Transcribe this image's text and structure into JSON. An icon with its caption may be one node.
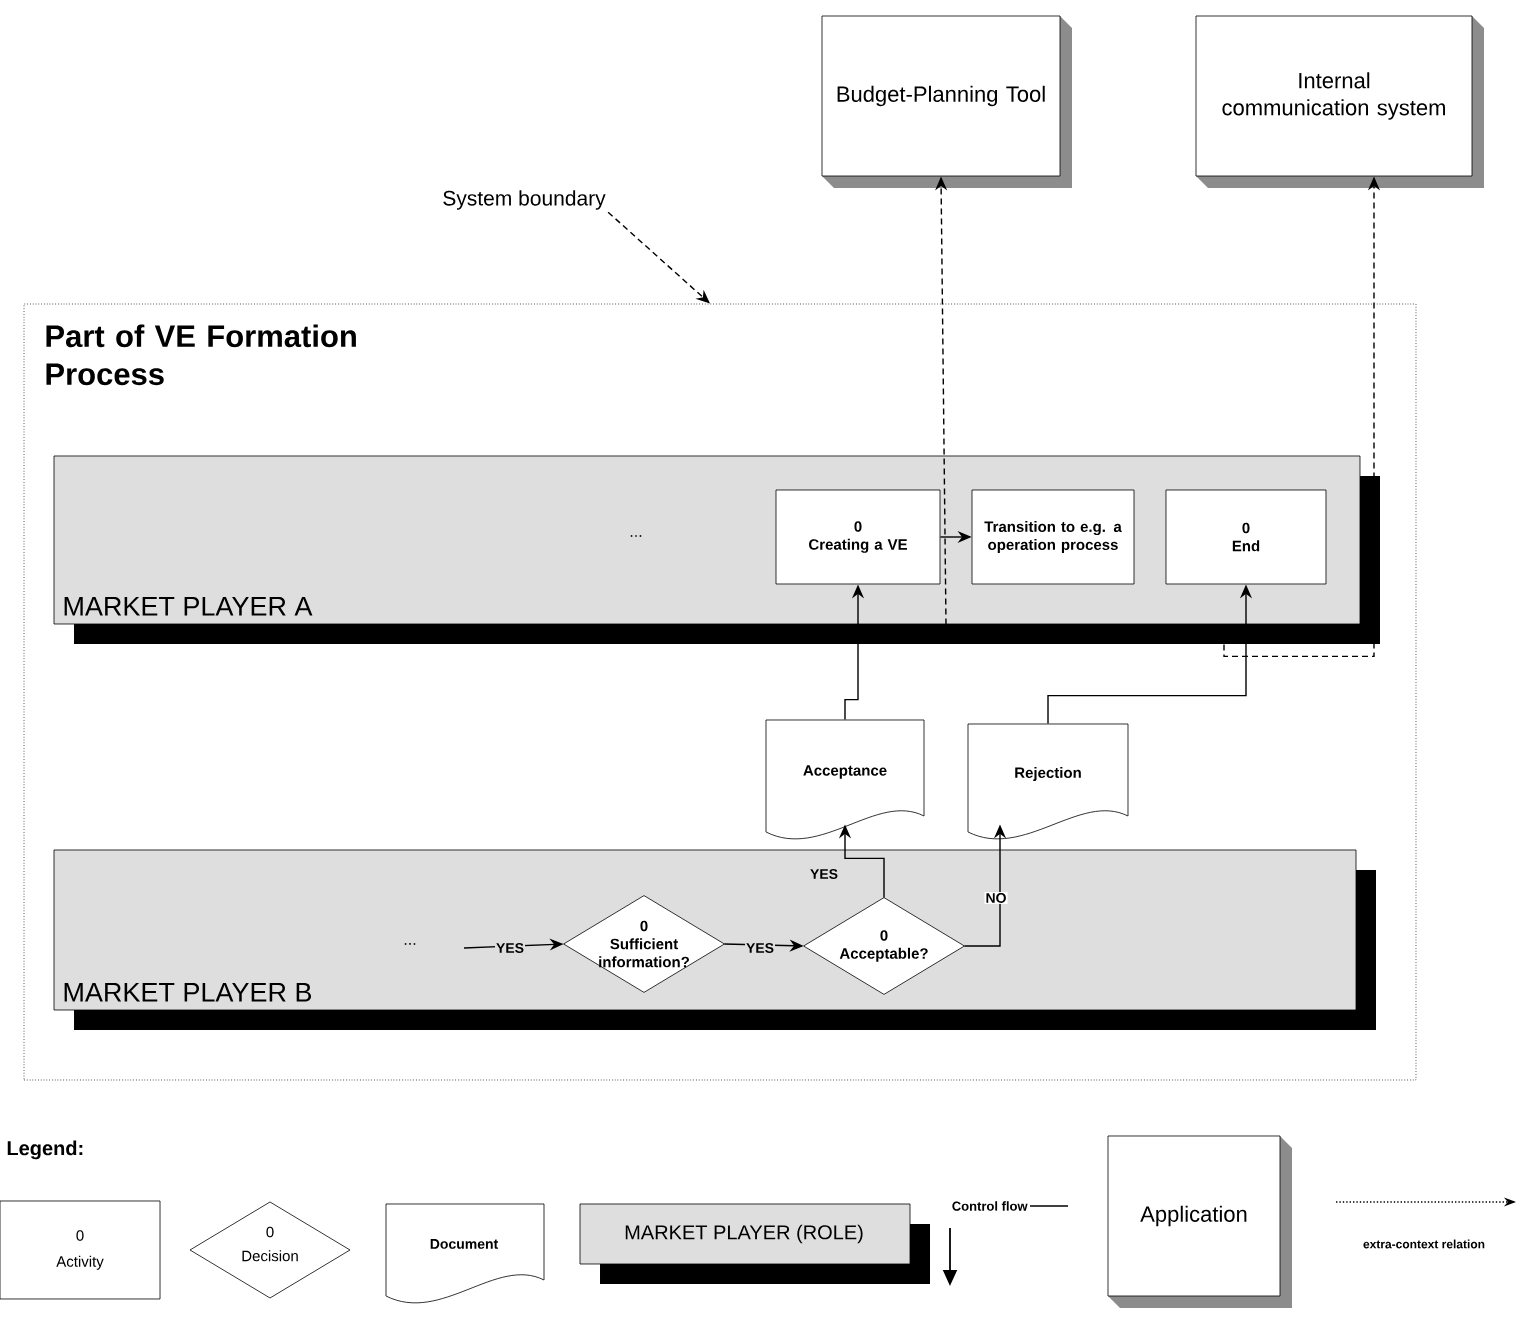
{
  "diagram": {
    "nodes": [
      {
        "text": [
          "Budget-Planning Tool"
        ]
      },
      {
        "text": [
          "Internal communication system"
        ]
      },
      {
        "text": [
          "System boundary"
        ]
      },
      {
        "text": [
          "Part of VE Formation Process"
        ]
      },
      {
        "text": [
          "MARKET PLAYER A",
          "..."
        ],
        "in": 3
      },
      {
        "text": [
          "0",
          "Creating a VE"
        ],
        "in": 4
      },
      {
        "text": [
          "Transition to e.g. a operation process"
        ],
        "in": 4
      },
      {
        "text": [
          "0",
          "End"
        ],
        "in": 4
      },
      {
        "text": [
          "Acceptance"
        ],
        "in": 3
      },
      {
        "text": [
          "Rejection"
        ],
        "in": 3
      },
      {
        "text": [
          "MARKET PLAYER B",
          "..."
        ],
        "in": 3
      },
      {
        "text": [
          "0",
          "Sufficient information?"
        ],
        "in": 10
      },
      {
        "text": [
          "0",
          "Acceptable?"
        ],
        "in": 10
      }
    ],
    "edges": [
      {
        "from": null,
        "to": 11,
        "arrow": "to",
        "label": "YES"
      },
      {
        "from": 11,
        "to": 12,
        "arrow": "to",
        "label": "YES"
      },
      {
        "from": 12,
        "to": 8,
        "arrow": "to",
        "label": "YES"
      },
      {
        "from": 12,
        "to": 9,
        "arrow": "to",
        "label": "NO"
      },
      {
        "from": 8,
        "to": 5,
        "arrow": "to"
      },
      {
        "from": 9,
        "to": 7,
        "arrow": "to"
      },
      {
        "from": 5,
        "to": 6,
        "arrow": "to"
      },
      {
        "from": 4,
        "to": 0,
        "arrow": "to",
        "style": "dashed"
      },
      {
        "from": 4,
        "to": 1,
        "arrow": "to",
        "style": "dashed"
      },
      {
        "from": 2,
        "to": 3,
        "arrow": "to",
        "style": "dashed"
      }
    ],
    "labels": [
      "Legend:",
      "0",
      "0"
    ],
    "legend": [
      {
        "text": "Activity"
      },
      {
        "text": "Decision"
      },
      {
        "text": "Document"
      },
      {
        "text": "MARKET PLAYER (ROLE)"
      },
      {
        "text": "Control flow"
      },
      {
        "text": "Application"
      },
      {
        "text": "extra-context relation"
      }
    ]
  }
}
